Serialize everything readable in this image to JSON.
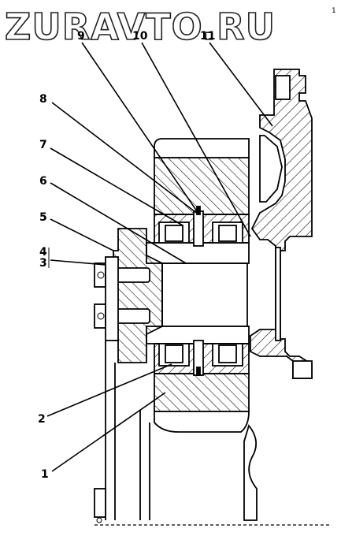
{
  "watermark": "ZURAVTO.RU",
  "side_mark": "1",
  "callouts": [
    {
      "id": "c1",
      "label": "1"
    },
    {
      "id": "c2",
      "label": "2"
    },
    {
      "id": "c3",
      "label": "3"
    },
    {
      "id": "c4",
      "label": "4"
    },
    {
      "id": "c5",
      "label": "5"
    },
    {
      "id": "c6",
      "label": "6"
    },
    {
      "id": "c7",
      "label": "7"
    },
    {
      "id": "c8",
      "label": "8"
    },
    {
      "id": "c9",
      "label": "9"
    },
    {
      "id": "c10",
      "label": "10"
    },
    {
      "id": "c11",
      "label": "11"
    }
  ]
}
